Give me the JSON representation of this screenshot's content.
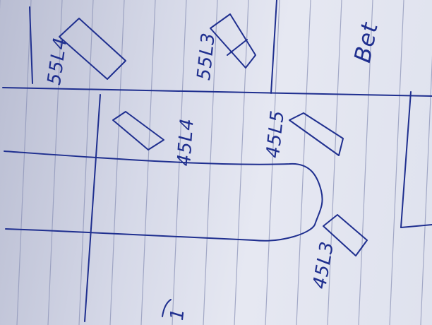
{
  "photo": {
    "subject": "handwritten sketch on lined notebook paper",
    "ink_color": "#1f2f8f",
    "paper_color": "#e4e6f0",
    "rule_color": "#8d94b8"
  },
  "labels": {
    "label_top_left": "55L4",
    "label_top_mid": "55L3",
    "label_mid_left": "45L4",
    "label_mid_right": "45L5",
    "label_bottom_right": "45L3",
    "word_top_right": "Bet",
    "fragment_bottom_left": "1"
  }
}
